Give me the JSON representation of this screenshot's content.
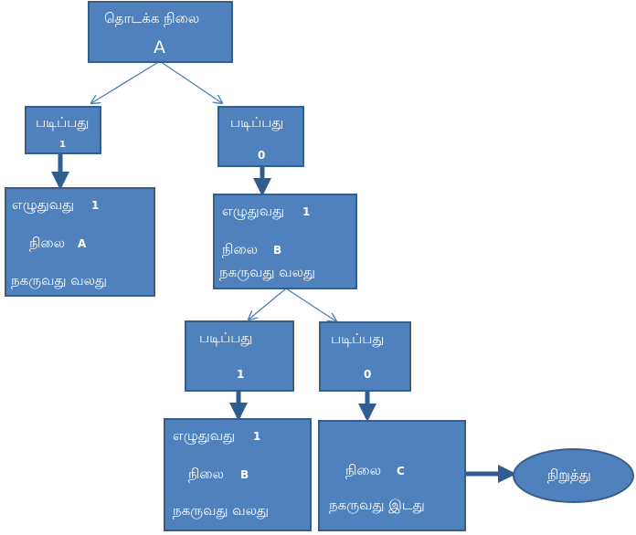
{
  "nodes": {
    "start": {
      "title": "தொடக்க நிலை",
      "state": "A"
    },
    "read_1": {
      "label": "படிப்பது",
      "value": "1"
    },
    "read_0": {
      "label": "படிப்பது",
      "value": "0"
    },
    "action_a": {
      "write_label": "எழுதுவது",
      "write_value": "1",
      "state_label": "நிலை",
      "state_value": "A",
      "move": "நகருவது வலது"
    },
    "action_b": {
      "write_label": "எழுதுவது",
      "write_value": "1",
      "state_label": "நிலை",
      "state_value": "B",
      "move": "நகருவது வலது"
    },
    "read_1b": {
      "label": "படிப்பது",
      "value": "1"
    },
    "read_0b": {
      "label": "படிப்பது",
      "value": "0"
    },
    "action_b2": {
      "write_label": "எழுதுவது",
      "write_value": "1",
      "state_label": "நிலை",
      "state_value": "B",
      "move": "நகருவது வலது"
    },
    "action_c": {
      "state_label": "நிலை",
      "state_value": "C",
      "move": "நகருவது இடது"
    },
    "stop": {
      "label": "நிறுத்து"
    }
  },
  "colors": {
    "box_fill": "#4f81bd",
    "box_border": "#385d8a",
    "text": "#ffffff",
    "connector": "#4a7ebb"
  }
}
